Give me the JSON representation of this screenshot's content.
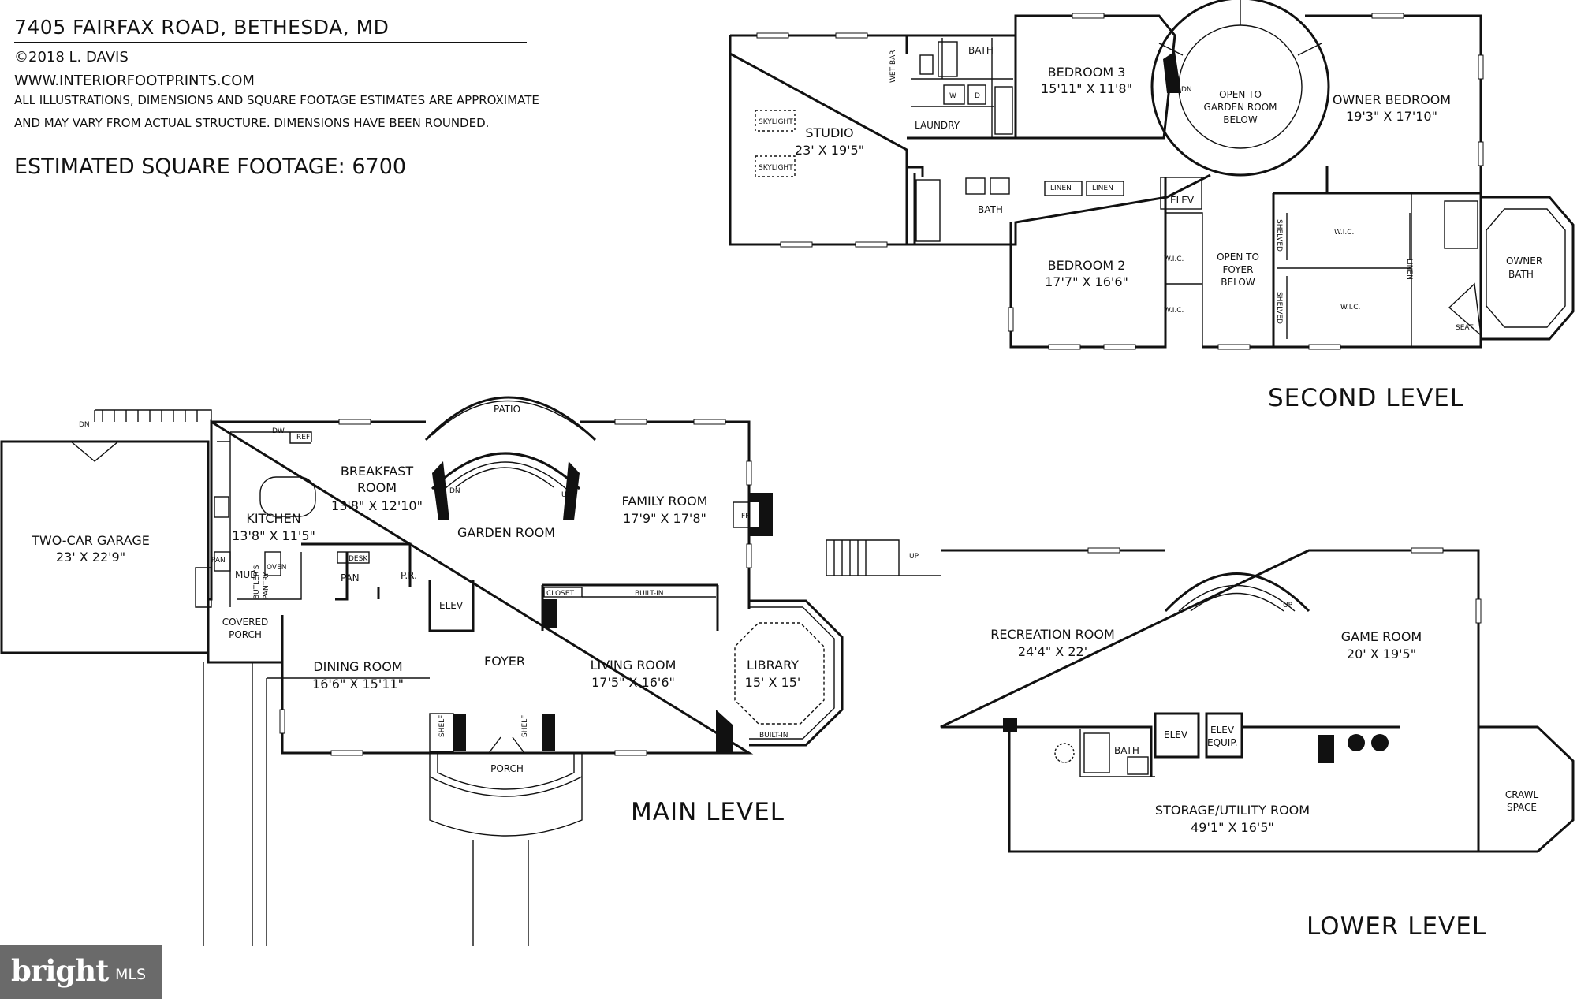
{
  "header": {
    "address": "7405 FAIRFAX ROAD, BETHESDA, MD",
    "copyright": "©2018 L. DAVIS",
    "website": "WWW.INTERIORFOOTPRINTS.COM",
    "disclaimer_line1": "ALL ILLUSTRATIONS, DIMENSIONS AND SQUARE FOOTAGE ESTIMATES ARE APPROXIMATE",
    "disclaimer_line2": "AND MAY VARY FROM ACTUAL STRUCTURE. DIMENSIONS HAVE BEEN ROUNDED.",
    "square_footage": "ESTIMATED SQUARE FOOTAGE: 6700"
  },
  "levels": {
    "second": "SECOND LEVEL",
    "main": "MAIN LEVEL",
    "lower": "LOWER LEVEL"
  },
  "second_level": {
    "studio": {
      "name": "STUDIO",
      "dims": "23' X 19'5\""
    },
    "bedroom3": {
      "name": "BEDROOM 3",
      "dims": "15'11\" X 11'8\""
    },
    "owner_bedroom": {
      "name": "OWNER BEDROOM",
      "dims": "19'3\" X 17'10\""
    },
    "bedroom2": {
      "name": "BEDROOM 2",
      "dims": "17'7\" X 16'6\""
    },
    "open_garden_1": "OPEN TO",
    "open_garden_2": "GARDEN ROOM",
    "open_garden_3": "BELOW",
    "open_foyer_1": "OPEN TO",
    "open_foyer_2": "FOYER",
    "open_foyer_3": "BELOW",
    "wet_bar": "WET BAR",
    "bath_top": "BATH",
    "bath_mid": "BATH",
    "laundry": "LAUNDRY",
    "washer": "W",
    "dryer": "D",
    "skylight1": "SKYLIGHT",
    "skylight2": "SKYLIGHT",
    "dn": "DN",
    "linen1": "LINEN",
    "linen2": "LINEN",
    "linen3": "LINEN",
    "elev": "ELEV",
    "wic1": "W.I.C.",
    "wic2": "W.I.C.",
    "wic3": "W.I.C.",
    "wic4": "W.I.C.",
    "shelved1": "SHELVED",
    "shelved2": "SHELVED",
    "owner_bath_1": "OWNER",
    "owner_bath_2": "BATH",
    "seat": "SEAT"
  },
  "main_level": {
    "garage": {
      "name": "TWO-CAR GARAGE",
      "dims": "23' X 22'9\""
    },
    "breakfast": {
      "name1": "BREAKFAST",
      "name2": "ROOM",
      "dims": "13'8\" X 12'10\""
    },
    "kitchen": {
      "name": "KITCHEN",
      "dims": "13'8\" X 11'5\""
    },
    "garden_room": "GARDEN ROOM",
    "family_room": {
      "name": "FAMILY ROOM",
      "dims": "17'9\" X 17'8\""
    },
    "dining_room": {
      "name": "DINING ROOM",
      "dims": "16'6\" X 15'11\""
    },
    "foyer": "FOYER",
    "living_room": {
      "name": "LIVING ROOM",
      "dims": "17'5\" X 16'6\""
    },
    "library": {
      "name": "LIBRARY",
      "dims": "15' X 15'"
    },
    "patio": "PATIO",
    "porch": "PORCH",
    "covered_porch_1": "COVERED",
    "covered_porch_2": "PORCH",
    "mud": "MUD",
    "pan1": "PAN",
    "pan2": "PAN",
    "oven": "OVEN",
    "dw": "DW",
    "ref": "REF",
    "butlers_1": "BUTLER'S",
    "butlers_2": "PANTRY",
    "desk": "DESK",
    "pr": "P.R.",
    "elev": "ELEV",
    "closet": "CLOSET",
    "builtin1": "BUILT-IN",
    "builtin2": "BUILT-IN",
    "fp": "FP",
    "shelf1": "SHELF",
    "shelf2": "SHELF",
    "dn1": "DN",
    "dn2": "DN",
    "up": "UP"
  },
  "lower_level": {
    "recreation": {
      "name": "RECREATION ROOM",
      "dims": "24'4\" X 22'"
    },
    "game": {
      "name": "GAME ROOM",
      "dims": "20' X 19'5\""
    },
    "storage": {
      "name": "STORAGE/UTILITY ROOM",
      "dims": "49'1\" X 16'5\""
    },
    "crawl_1": "CRAWL",
    "crawl_2": "SPACE",
    "bath": "BATH",
    "elev": "ELEV",
    "elev_equip_1": "ELEV",
    "elev_equip_2": "EQUIP.",
    "up1": "UP",
    "up2": "UP"
  },
  "logo": {
    "brand": "bright",
    "mls": "MLS"
  }
}
